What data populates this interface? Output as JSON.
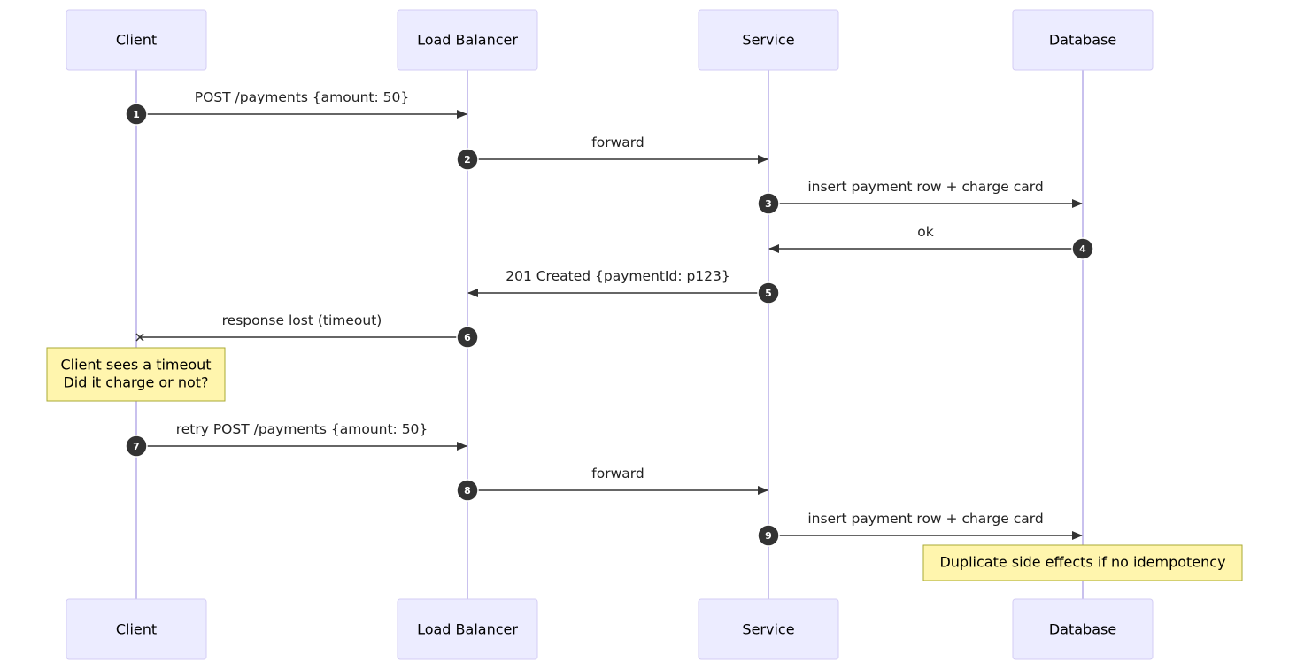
{
  "actors": [
    {
      "id": "client",
      "label": "Client"
    },
    {
      "id": "lb",
      "label": "Load Balancer"
    },
    {
      "id": "service",
      "label": "Service"
    },
    {
      "id": "db",
      "label": "Database"
    }
  ],
  "messages": [
    {
      "seq": "1",
      "from": "client",
      "to": "lb",
      "text": "POST /payments {amount: 50}",
      "kind": "arrow"
    },
    {
      "seq": "2",
      "from": "lb",
      "to": "service",
      "text": "forward",
      "kind": "arrow"
    },
    {
      "seq": "3",
      "from": "service",
      "to": "db",
      "text": "insert payment row + charge card",
      "kind": "arrow"
    },
    {
      "seq": "4",
      "from": "db",
      "to": "service",
      "text": "ok",
      "kind": "arrow"
    },
    {
      "seq": "5",
      "from": "service",
      "to": "lb",
      "text": "201 Created {paymentId: p123}",
      "kind": "arrow"
    },
    {
      "seq": "6",
      "from": "lb",
      "to": "client",
      "text": "response lost (timeout)",
      "kind": "lost"
    },
    {
      "seq": "7",
      "from": "client",
      "to": "lb",
      "text": "retry POST /payments {amount: 50}",
      "kind": "arrow"
    },
    {
      "seq": "8",
      "from": "lb",
      "to": "service",
      "text": "forward",
      "kind": "arrow"
    },
    {
      "seq": "9",
      "from": "service",
      "to": "db",
      "text": "insert payment row + charge card",
      "kind": "arrow"
    }
  ],
  "notes": [
    {
      "over": "client",
      "lines": [
        "Client sees a timeout",
        "Did it charge or not?"
      ]
    },
    {
      "over": "db",
      "lines": [
        "Duplicate side effects if no idempotency"
      ]
    }
  ],
  "colors": {
    "actor_fill": "#ececff",
    "actor_stroke": "#d3ccf4",
    "lifeline": "#c9c1ee",
    "message": "#333333",
    "note_fill": "#fff5ad",
    "note_stroke": "#aaaa33"
  }
}
